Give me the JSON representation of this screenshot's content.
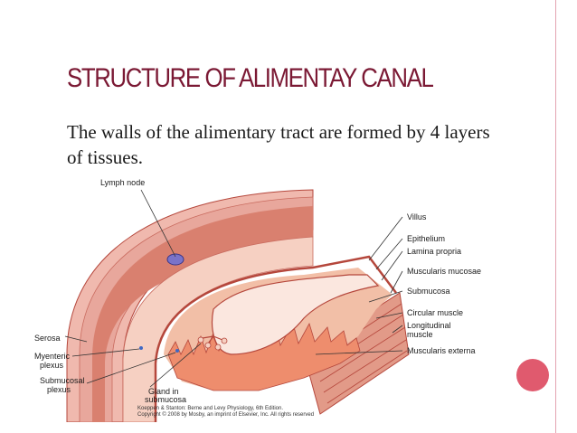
{
  "slide": {
    "title": "STRUCTURE OF ALIMENTAY CANAL",
    "body": "The walls of the alimentary tract are formed by 4 layers of tissues."
  },
  "colors": {
    "title": "#7b1934",
    "accent_dot": "#e05a6e",
    "rule": "#e3a3b0",
    "tissue_outer": "#e8a79c",
    "tissue_mid": "#d9806f",
    "tissue_dark": "#b5473c",
    "mucosa": "#f2bfa7",
    "villi": "#ee8d6d"
  },
  "figure": {
    "labels": {
      "lymph_node": "Lymph node",
      "villus": "Villus",
      "epithelium": "Epithelium",
      "lamina_propria": "Lamina propria",
      "muscularis_mucosae": "Muscularis mucosae",
      "submucosa": "Submucosa",
      "circular_muscle": "Circular muscle",
      "longitudinal_muscle_1": "Longitudinal",
      "longitudinal_muscle_2": "muscle",
      "muscularis_externa": "Muscularis externa",
      "serosa": "Serosa",
      "myenteric_plexus_1": "Myenteric",
      "myenteric_plexus_2": "plexus",
      "submucosal_plexus_1": "Submucosal",
      "submucosal_plexus_2": "plexus",
      "gland_1": "Gland in",
      "gland_2": "submucosa"
    },
    "credit_1": "Koeppen & Stanton: Berne and Levy Physiology, 6th Edition.",
    "credit_2": "Copyright © 2008 by Mosby, an imprint of Elsevier, Inc. All rights reserved"
  }
}
